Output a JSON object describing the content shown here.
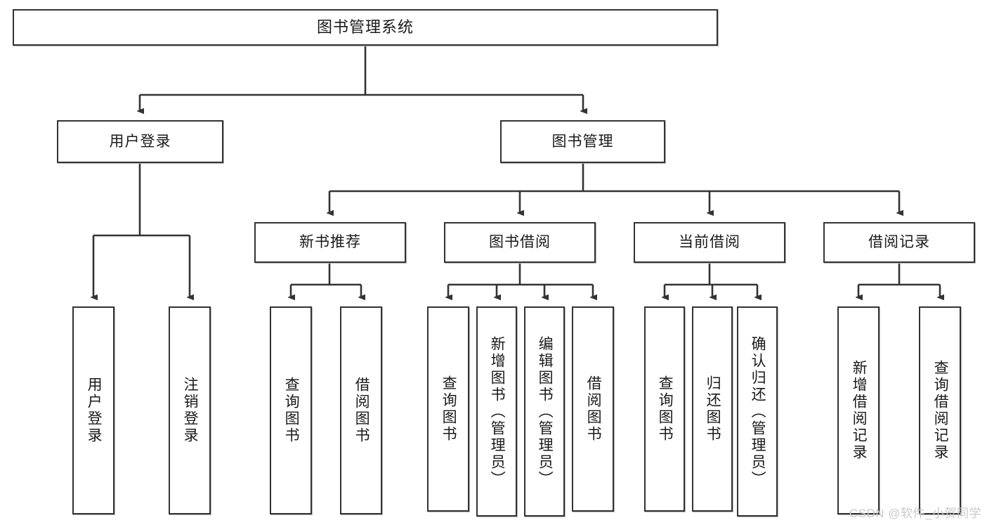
{
  "diagram": {
    "title": "图书管理系统",
    "type": "tree-hierarchy",
    "watermark": "CSDN @软件_小贺同学",
    "colors": {
      "stroke": "#333333",
      "fill": "#ffffff",
      "text": "#1a1a1a",
      "watermark": "#c9c9c9"
    },
    "levels": {
      "root": [
        "图书管理系统"
      ],
      "level2": [
        "用户登录",
        "图书管理"
      ],
      "level3": [
        "新书推荐",
        "图书借阅",
        "当前借阅",
        "借阅记录"
      ],
      "leaves": [
        "用户登录",
        "注销登录",
        "查询图书",
        "借阅图书",
        "查询图书",
        "新增图书（管理员）",
        "编辑图书（管理员）",
        "借阅图书",
        "查询图书",
        "归还图书",
        "确认归还（管理员）",
        "新增借阅记录",
        "查询借阅记录"
      ]
    },
    "nodes": {
      "root": "图书管理系统",
      "user_login": "用户登录",
      "book_manage": "图书管理",
      "new_book_rec": "新书推荐",
      "book_borrow": "图书借阅",
      "current_borrow": "当前借阅",
      "borrow_record": "借阅记录",
      "leaf_user_login": "用户登录",
      "leaf_logout": "注销登录",
      "leaf_query_book_a": "查询图书",
      "leaf_borrow_book_a": "借阅图书",
      "leaf_query_book_b": "查询图书",
      "leaf_add_book_admin": "新增图书（管理员）",
      "leaf_edit_book_admin": "编辑图书（管理员）",
      "leaf_borrow_book_b": "借阅图书",
      "leaf_query_book_c": "查询图书",
      "leaf_return_book": "归还图书",
      "leaf_confirm_return_admin": "确认归还（管理员）",
      "leaf_add_record": "新增借阅记录",
      "leaf_query_record": "查询借阅记录"
    }
  }
}
